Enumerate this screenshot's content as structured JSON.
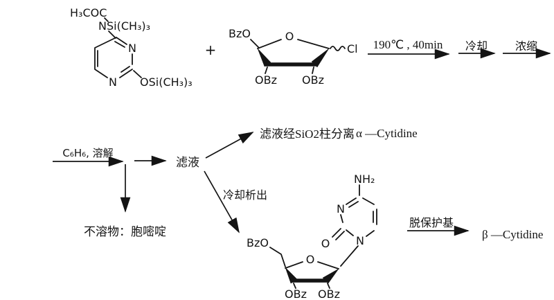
{
  "colors": {
    "ink": "#141414",
    "background": "#ffffff"
  },
  "reagent1": {
    "acetyl": "H₃COC",
    "n_silyl": "NSi(CH₃)₃",
    "o_silyl": "OSi(CH₃)₃",
    "n3": "N",
    "n1": "N"
  },
  "plus": "+",
  "reagent2": {
    "bzo": "BzO",
    "ring_o": "O",
    "chloro": "Cl",
    "obz3": "OBz",
    "obz2": "OBz"
  },
  "steps": {
    "heat": "190℃ , 40min",
    "cool": "冷却",
    "concentrate": "浓缩",
    "dissolve": "C₆H₆, 溶解",
    "column": "滤液经SiO2柱分离",
    "precipitate": "冷却析出",
    "deprotect": "脱保护基"
  },
  "intermediates": {
    "filtrate": "滤液",
    "insoluble": "不溶物：胞嘧啶"
  },
  "products": {
    "alpha": "α —Cytidine",
    "beta": "β —Cytidine"
  },
  "product_structure": {
    "nh2": "NH₂",
    "n3": "N",
    "n1": "N",
    "carbonyl_o": "O",
    "bzo": "BzO",
    "ring_o": "O",
    "obz3": "OBz",
    "obz2": "OBz"
  }
}
